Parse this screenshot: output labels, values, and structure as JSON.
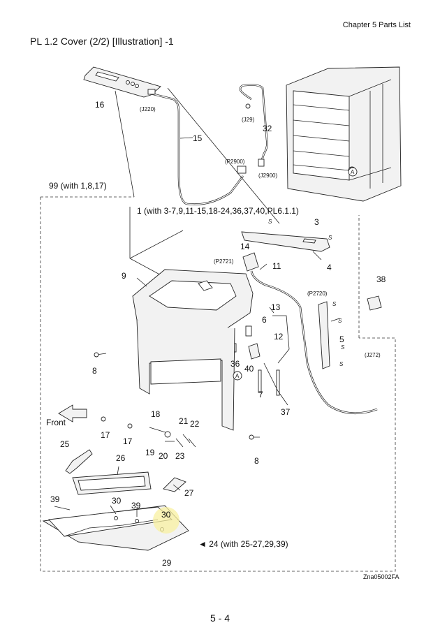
{
  "header": {
    "chapter": "Chapter 5 Parts List"
  },
  "page_title": "PL 1.2  Cover (2/2) [Illustration] -1",
  "figure_id": "Zna05002FA",
  "page_number": "5 - 4",
  "labels": {
    "p16": "16",
    "p15": "15",
    "p32": "32",
    "p99": "99 (with 1,8,17)",
    "p1": "1 (with 3-7,9,11-15,18-24,36,37,40,PL6.1.1)",
    "p3": "3",
    "p4": "4",
    "p14": "14",
    "p11": "11",
    "p9": "9",
    "p38": "38",
    "p13": "13",
    "p6": "6",
    "p12": "12",
    "p5": "5",
    "p8a": "8",
    "p36": "36",
    "p40": "40",
    "p7": "7",
    "p37": "37",
    "p18": "18",
    "p17a": "17",
    "p17b": "17",
    "p21": "21",
    "p22": "22",
    "p19": "19",
    "p20": "20",
    "p23": "23",
    "p8b": "8",
    "p25": "25",
    "p26": "26",
    "p27": "27",
    "p39a": "39",
    "p30a": "30",
    "p39b": "39",
    "p30b": "30",
    "p29": "29",
    "p24": "◄ 24 (with 25-27,29,39)",
    "front": "Front"
  },
  "connectors": {
    "j220": "(J220)",
    "j29": "(J29)",
    "p2900": "(P2900)",
    "j2900": "(J2900)",
    "p2721": "(P2721)",
    "p2720": "(P2720)",
    "j272": "(J272)"
  },
  "markers": {
    "s": "S",
    "a": "A"
  }
}
